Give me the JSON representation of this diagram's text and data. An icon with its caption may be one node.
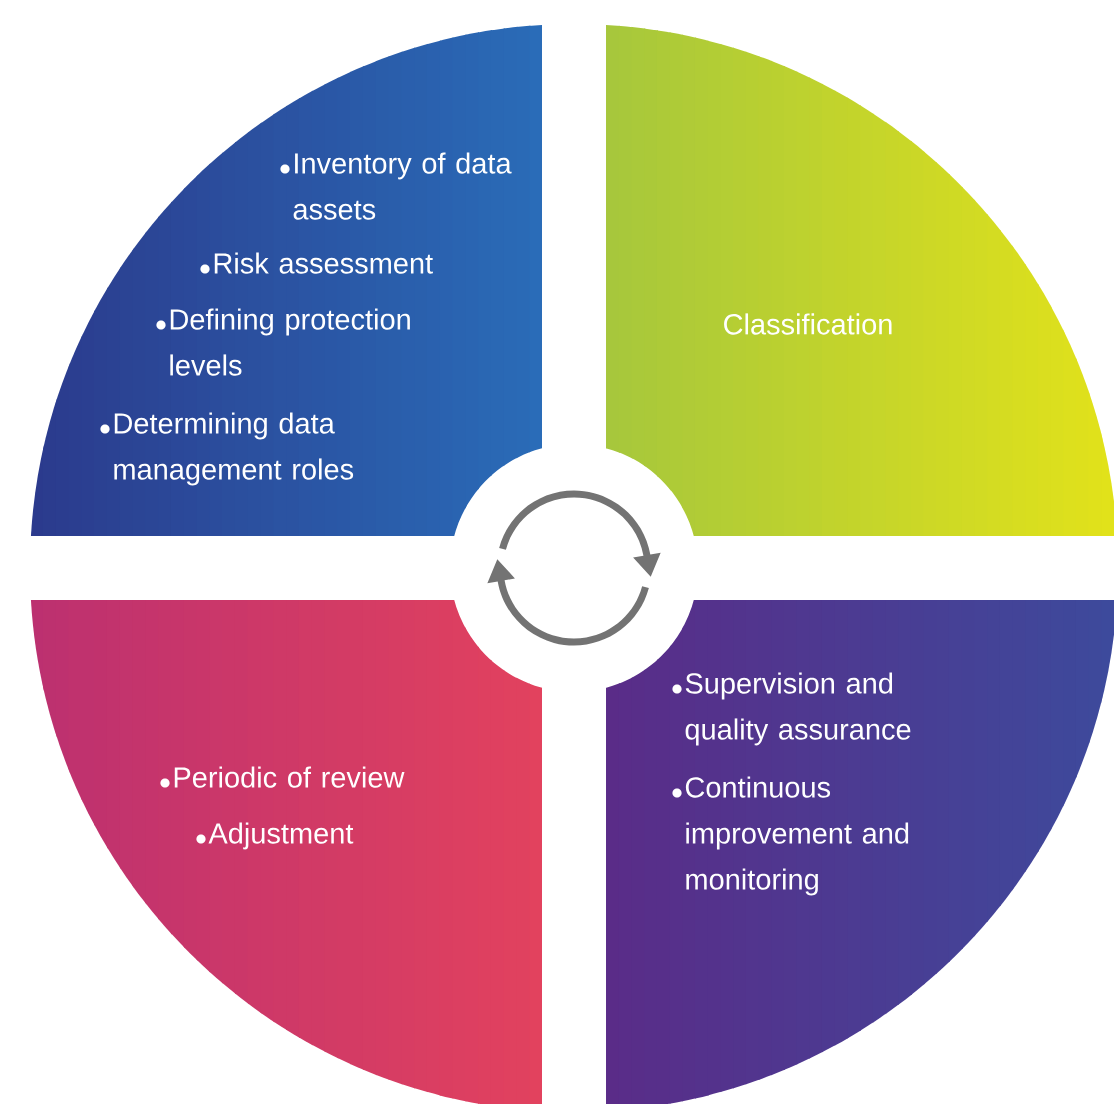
{
  "diagram": {
    "nodes": [
      {
        "text": [
          "Inventory of data assets",
          "Risk assessment",
          "Defining protection levels",
          "Determining data management roles"
        ]
      },
      {
        "text": [
          "Classification"
        ]
      },
      {
        "text": [
          "Periodic of review",
          "Adjustment"
        ]
      },
      {
        "text": [
          "Supervision and quality assurance",
          "Continuous improvement and monitoring"
        ]
      }
    ]
  }
}
